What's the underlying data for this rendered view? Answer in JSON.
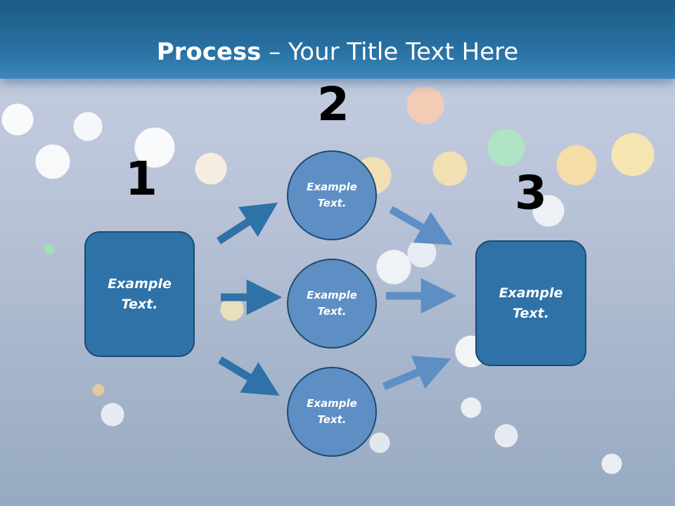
{
  "title": {
    "bold": "Process",
    "rest": " – Your Title Text Here"
  },
  "steps": [
    {
      "number": "1",
      "lines": [
        "Example",
        "Text."
      ]
    },
    {
      "number": "2",
      "circles": [
        {
          "lines": [
            "Example",
            "Text."
          ]
        },
        {
          "lines": [
            "Example",
            "Text."
          ]
        },
        {
          "lines": [
            "Example",
            "Text."
          ]
        }
      ]
    },
    {
      "number": "3",
      "lines": [
        "Example",
        "Text."
      ]
    }
  ],
  "colors": {
    "header": "#2a74a6",
    "box": "#2e72a8",
    "circle": "#5d8fc4",
    "arrow_left": "#2e72a8",
    "arrow_right": "#5d8fc4"
  }
}
